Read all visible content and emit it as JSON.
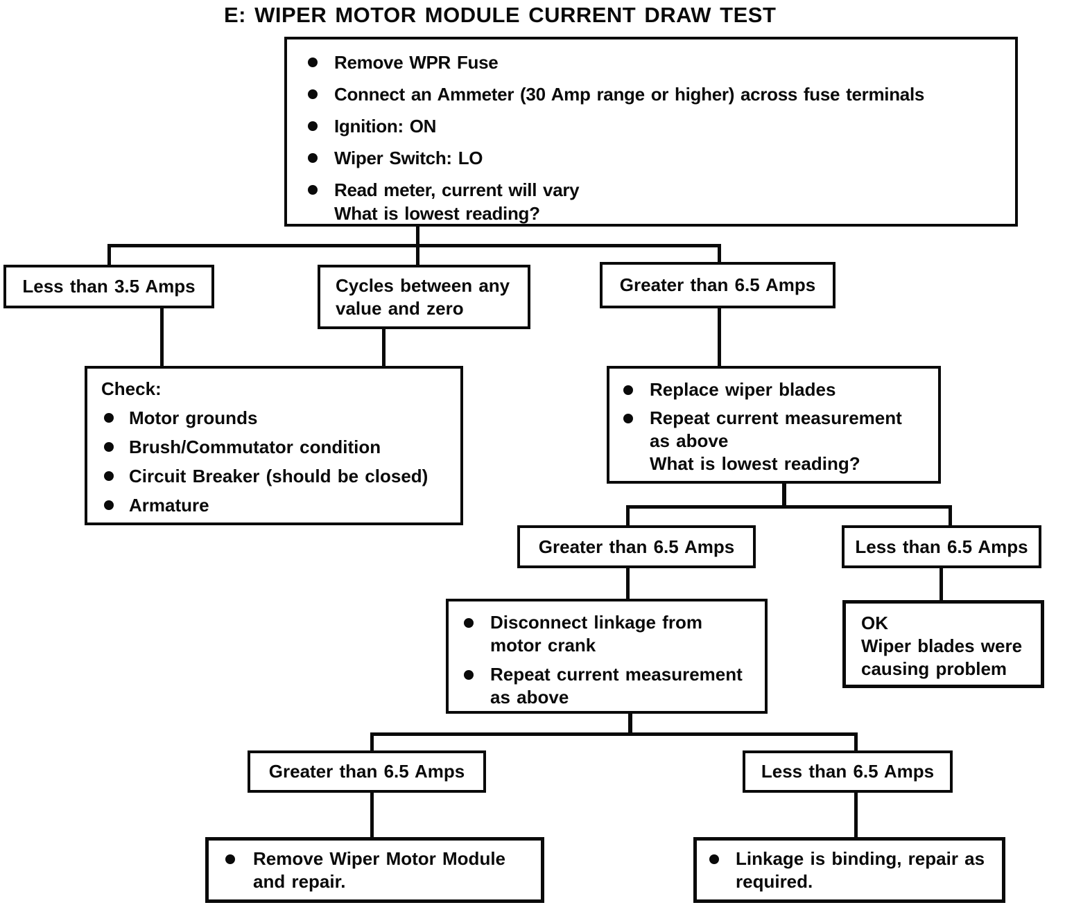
{
  "title": "E: WIPER MOTOR MODULE CURRENT DRAW TEST",
  "nodes": {
    "start": {
      "bullets": [
        [
          "Remove WPR Fuse"
        ],
        [
          "Connect an Ammeter (30 Amp range or higher) across fuse terminals"
        ],
        [
          "Ignition: ON"
        ],
        [
          "Wiper Switch: LO"
        ],
        [
          "Read meter, current will vary",
          "What is lowest reading?"
        ]
      ]
    },
    "less_than_3_5": {
      "label": "Less than 3.5 Amps"
    },
    "cycles": {
      "label": "Cycles between any value and zero"
    },
    "greater_than_6_5_first": {
      "label": "Greater than 6.5 Amps"
    },
    "check": {
      "heading": "Check:",
      "bullets": [
        [
          "Motor grounds"
        ],
        [
          "Brush/Commutator condition"
        ],
        [
          "Circuit Breaker (should be closed)"
        ],
        [
          "Armature"
        ]
      ]
    },
    "replace_blades": {
      "bullets": [
        [
          "Replace wiper blades"
        ],
        [
          "Repeat current measurement",
          "as above",
          "What is lowest reading?"
        ]
      ]
    },
    "greater_than_6_5_second": {
      "label": "Greater than 6.5 Amps"
    },
    "less_than_6_5_first": {
      "label": "Less than 6.5 Amps"
    },
    "disconnect_linkage": {
      "bullets": [
        [
          "Disconnect linkage from",
          "motor crank"
        ],
        [
          "Repeat current measurement",
          "as above"
        ]
      ]
    },
    "ok_result": {
      "lines": [
        "OK",
        "Wiper blades were",
        "causing problem"
      ]
    },
    "greater_than_6_5_third": {
      "label": "Greater than 6.5 Amps"
    },
    "less_than_6_5_second": {
      "label": "Less than 6.5 Amps"
    },
    "remove_module": {
      "bullets": [
        [
          "Remove Wiper Motor Module",
          "and repair."
        ]
      ]
    },
    "linkage_binding": {
      "bullets": [
        [
          "Linkage is binding, repair as",
          "required."
        ]
      ]
    }
  },
  "colors": {
    "ink": "#0a0a0a",
    "paper": "#ffffff"
  }
}
